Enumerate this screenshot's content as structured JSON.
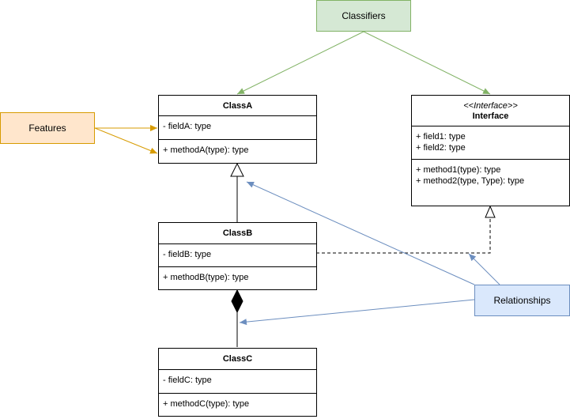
{
  "notes": {
    "classifiers": "Classifiers",
    "features": "Features",
    "relationships": "Relationships"
  },
  "classes": {
    "classA": {
      "name": "ClassA",
      "fields": [
        "- fieldA: type"
      ],
      "methods": [
        "+ methodA(type): type"
      ]
    },
    "classB": {
      "name": "ClassB",
      "fields": [
        "- fieldB: type"
      ],
      "methods": [
        "+ methodB(type): type"
      ]
    },
    "classC": {
      "name": "ClassC",
      "fields": [
        "- fieldC: type"
      ],
      "methods": [
        "+ methodC(type): type"
      ]
    },
    "interface": {
      "stereotype": "<<Interface>>",
      "name": "Interface",
      "fields": [
        "+ field1: type",
        "+ field2: type"
      ],
      "methods": [
        "+ method1(type): type",
        "+ method2(type, Type): type"
      ]
    }
  },
  "colors": {
    "green_fill": "#d5e8d4",
    "green_stroke": "#82b366",
    "orange_fill": "#ffe6cc",
    "orange_stroke": "#d79b00",
    "blue_fill": "#dae8fc",
    "blue_stroke": "#6c8ebf"
  }
}
